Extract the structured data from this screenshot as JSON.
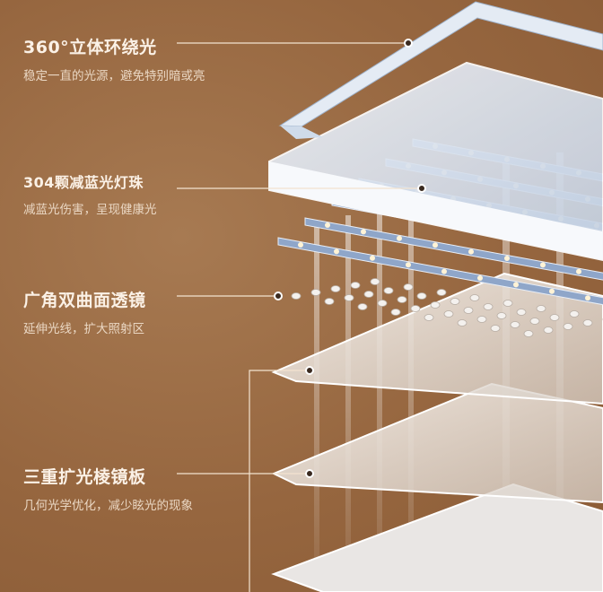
{
  "features": [
    {
      "title": "360°立体环绕光",
      "desc": "稳定一直的光源，避免特别暗或亮"
    },
    {
      "title": "304颗减蓝光灯珠",
      "desc": "减蓝光伤害，呈现健康光"
    },
    {
      "title": "广角双曲面透镜",
      "desc": "延伸光线，扩大照射区"
    },
    {
      "title": "三重扩光棱镜板",
      "desc": "几何光学优化，减少眩光的现象"
    }
  ],
  "colors": {
    "background": "#96663f",
    "text": "#fbf1e6",
    "leader_line": "#f3e3d0",
    "dot": "#3a2a20"
  }
}
